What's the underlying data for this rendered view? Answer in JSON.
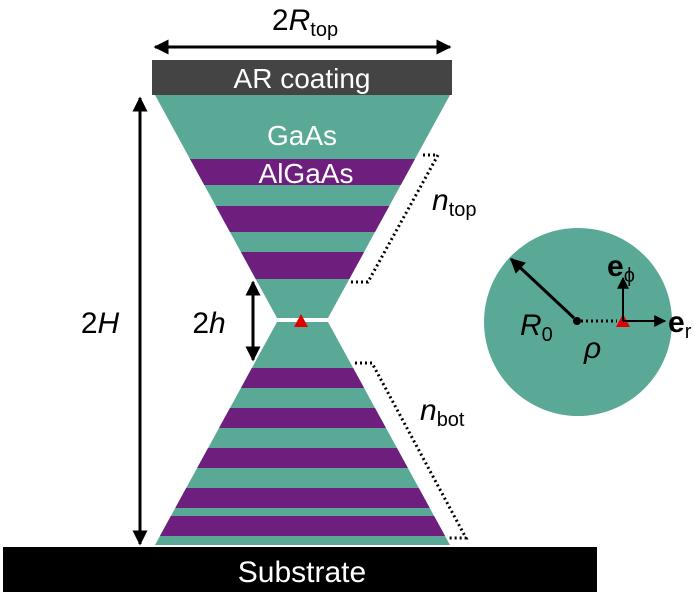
{
  "colors": {
    "gaas": "#5aa996",
    "algaas": "#6e1e7d",
    "ar_coating": "#444444",
    "substrate": "#000000",
    "emitter": "#e00000"
  },
  "labels": {
    "ar_coating": "AR coating",
    "substrate": "Substrate",
    "gaas": "GaAs",
    "algaas": "AlGaAs"
  },
  "dims": {
    "r_top": {
      "coef": "2",
      "sym": "R",
      "sub": "top"
    },
    "height": {
      "coef": "2",
      "sym": "H"
    },
    "gap": {
      "coef": "2",
      "sym": "h"
    }
  },
  "periods": {
    "top": {
      "sym": "n",
      "sub": "top"
    },
    "bot": {
      "sym": "n",
      "sub": "bot"
    }
  },
  "cross_section": {
    "radius": {
      "sym": "R",
      "sub": "0"
    },
    "rho": "ρ",
    "e_phi": {
      "sym": "e",
      "sub": "ϕ"
    },
    "e_r": {
      "sym": "e",
      "sub": "r"
    }
  }
}
